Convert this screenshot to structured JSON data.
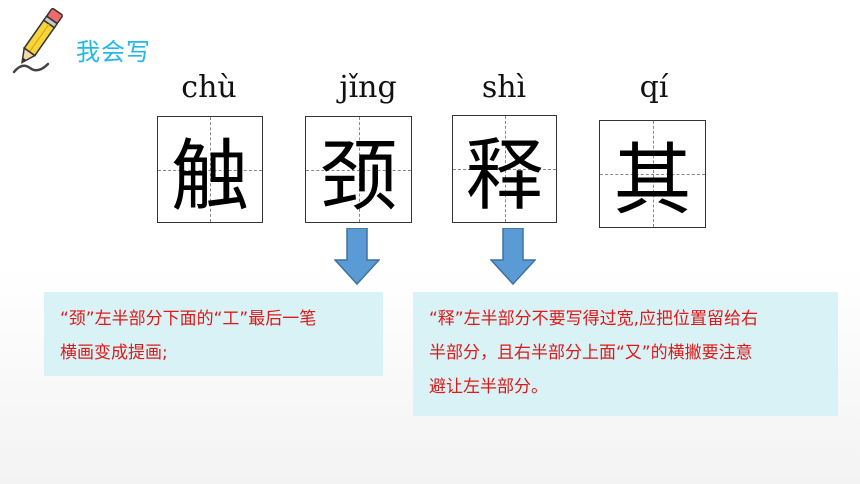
{
  "header": {
    "title": "我会写"
  },
  "characters": [
    {
      "pinyin": "chù",
      "char": "触"
    },
    {
      "pinyin": "jǐng",
      "char": "颈"
    },
    {
      "pinyin": "shì",
      "char": "释"
    },
    {
      "pinyin": "qí",
      "char": "其"
    }
  ],
  "notes": [
    {
      "lines": [
        "“颈”左半部分下面的“工”最后一笔",
        "横画变成提画;"
      ]
    },
    {
      "lines": [
        "“释”左半部分不要写得过宽,应把位置留给右",
        "半部分，且右半部分上面“又”的横撇要注意",
        "避让左半部分。"
      ]
    }
  ],
  "colors": {
    "title": "#22b8e8",
    "note_text": "#e01818",
    "note_bg": "#d8f2f5",
    "arrow": "#5b9bd5"
  }
}
